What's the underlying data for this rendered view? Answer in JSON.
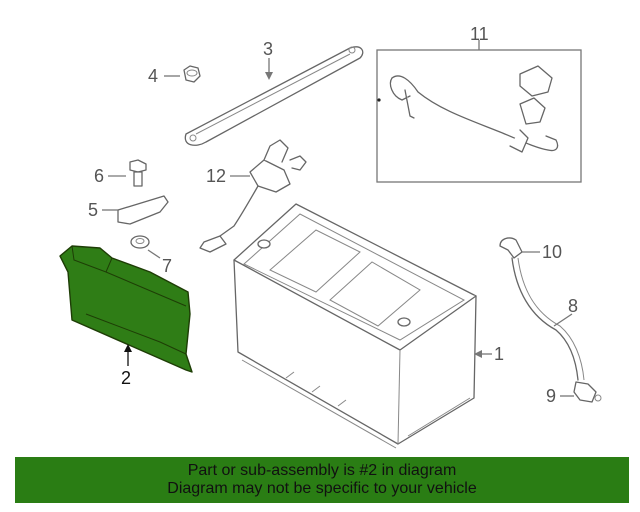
{
  "callouts": {
    "c1": "1",
    "c2": "2",
    "c3": "3",
    "c4": "4",
    "c5": "5",
    "c6": "6",
    "c7": "7",
    "c8": "8",
    "c9": "9",
    "c10": "10",
    "c11": "11",
    "c12": "12"
  },
  "highlight_color": "#2a7d14",
  "banner": {
    "line1": "Part or sub-assembly is #2 in diagram",
    "line2": "Diagram may not be specific to your vehicle"
  }
}
